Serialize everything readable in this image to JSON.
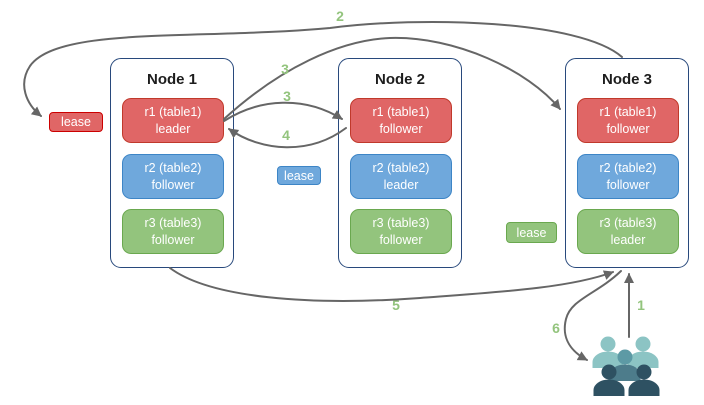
{
  "nodes": [
    {
      "title": "Node 1",
      "replicas": [
        {
          "label": "r1 (table1)",
          "role": "leader",
          "color": "red"
        },
        {
          "label": "r2 (table2)",
          "role": "follower",
          "color": "blue"
        },
        {
          "label": "r3 (table3)",
          "role": "follower",
          "color": "green"
        }
      ]
    },
    {
      "title": "Node 2",
      "replicas": [
        {
          "label": "r1 (table1)",
          "role": "follower",
          "color": "red"
        },
        {
          "label": "r2 (table2)",
          "role": "leader",
          "color": "blue"
        },
        {
          "label": "r3 (table3)",
          "role": "follower",
          "color": "green"
        }
      ]
    },
    {
      "title": "Node 3",
      "replicas": [
        {
          "label": "r1 (table1)",
          "role": "follower",
          "color": "red"
        },
        {
          "label": "r2 (table2)",
          "role": "follower",
          "color": "blue"
        },
        {
          "label": "r3 (table3)",
          "role": "leader",
          "color": "green"
        }
      ]
    }
  ],
  "leases": [
    {
      "label": "lease",
      "color": "red"
    },
    {
      "label": "lease",
      "color": "blue"
    },
    {
      "label": "lease",
      "color": "green"
    }
  ],
  "steps": [
    {
      "text": "2"
    },
    {
      "text": "3"
    },
    {
      "text": "3"
    },
    {
      "text": "4"
    },
    {
      "text": "5"
    },
    {
      "text": "1"
    },
    {
      "text": "6"
    }
  ],
  "icons": {
    "users": "users-icon"
  },
  "colors": {
    "replica_red_fill": "#e06666",
    "replica_red_border": "#c0392b",
    "replica_blue_fill": "#6fa8dc",
    "replica_blue_border": "#3d85c6",
    "replica_green_fill": "#93c47d",
    "replica_green_border": "#6aa84f",
    "node_border": "#28497c",
    "arrow": "#666666",
    "step_number": "#93c47d",
    "users_light": "#8cc4c4",
    "users_mid_head": "#5d9aa5",
    "users_mid_body": "#4d7c8b",
    "users_dark": "#2e5162"
  }
}
